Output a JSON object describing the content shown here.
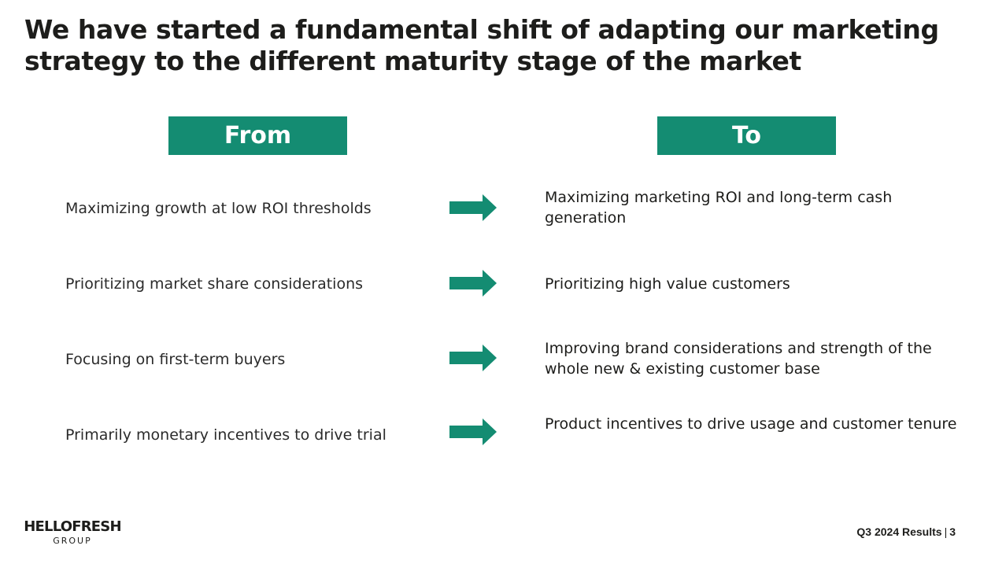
{
  "slide": {
    "title": "We have started a fundamental shift of adapting our marketing strategy to the different maturity stage of the market"
  },
  "headers": {
    "from": "From",
    "to": "To"
  },
  "rows": [
    {
      "from": "Maximizing growth at low ROI thresholds",
      "to": "Maximizing marketing ROI and long-term cash generation"
    },
    {
      "from": "Prioritizing market share considerations",
      "to": "Prioritizing high value customers"
    },
    {
      "from": "Focusing on first-term buyers",
      "to": "Improving brand considerations and strength of the whole new & existing customer base"
    },
    {
      "from": "Primarily monetary incentives to drive trial",
      "to": "Product incentives to drive usage and customer tenure"
    }
  ],
  "icons": {
    "arrow": "right-arrow-icon"
  },
  "colors": {
    "accent": "#148c72",
    "text": "#1d1d1b"
  },
  "logo": {
    "main": "HELLOFRESH",
    "sub": "GROUP"
  },
  "footer": {
    "results": "Q3 2024 Results",
    "separator": "|",
    "page": "3"
  }
}
